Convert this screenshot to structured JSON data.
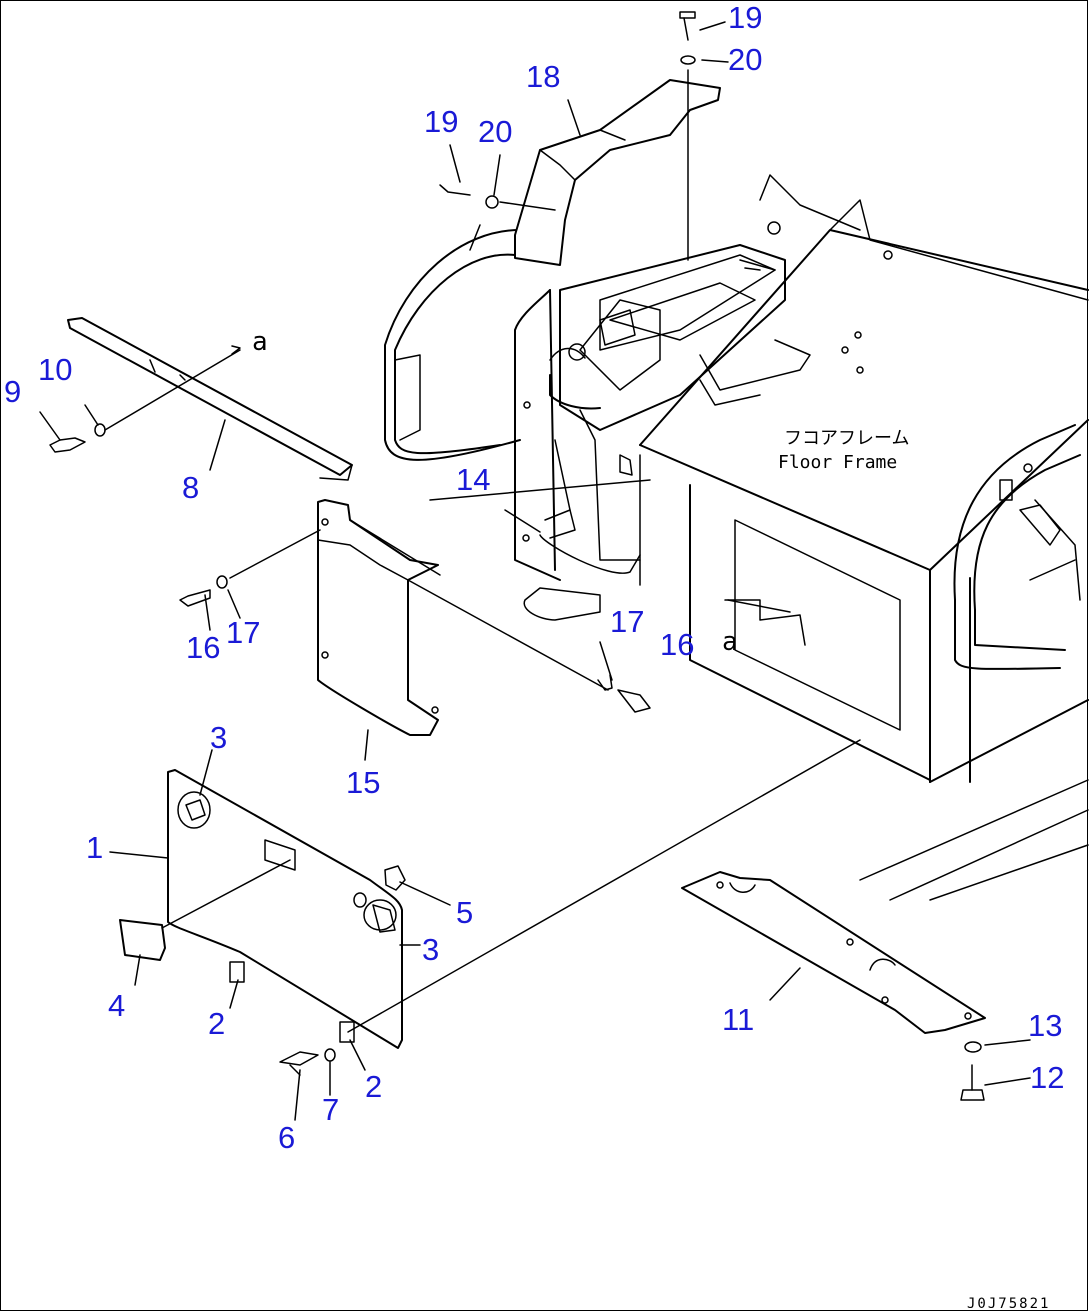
{
  "labels": {
    "frame_jp": "フコアフレーム",
    "frame_en": "Floor Frame",
    "ref_a1": "a",
    "ref_a2": "a",
    "drawing_code": "J0J75821"
  },
  "callouts": [
    {
      "id": "c1",
      "text": "1"
    },
    {
      "id": "c2a",
      "text": "2"
    },
    {
      "id": "c2b",
      "text": "2"
    },
    {
      "id": "c3a",
      "text": "3"
    },
    {
      "id": "c3b",
      "text": "3"
    },
    {
      "id": "c4",
      "text": "4"
    },
    {
      "id": "c5",
      "text": "5"
    },
    {
      "id": "c6",
      "text": "6"
    },
    {
      "id": "c7",
      "text": "7"
    },
    {
      "id": "c8",
      "text": "8"
    },
    {
      "id": "c9",
      "text": "9"
    },
    {
      "id": "c10",
      "text": "10"
    },
    {
      "id": "c11",
      "text": "11"
    },
    {
      "id": "c12",
      "text": "12"
    },
    {
      "id": "c13",
      "text": "13"
    },
    {
      "id": "c14",
      "text": "14"
    },
    {
      "id": "c15",
      "text": "15"
    },
    {
      "id": "c16a",
      "text": "16"
    },
    {
      "id": "c16b",
      "text": "16"
    },
    {
      "id": "c17a",
      "text": "17"
    },
    {
      "id": "c17b",
      "text": "17"
    },
    {
      "id": "c18",
      "text": "18"
    },
    {
      "id": "c19a",
      "text": "19"
    },
    {
      "id": "c19b",
      "text": "19"
    },
    {
      "id": "c20a",
      "text": "20"
    },
    {
      "id": "c20b",
      "text": "20"
    }
  ],
  "colors": {
    "callout": "#1a1ad6",
    "line": "#000000"
  }
}
